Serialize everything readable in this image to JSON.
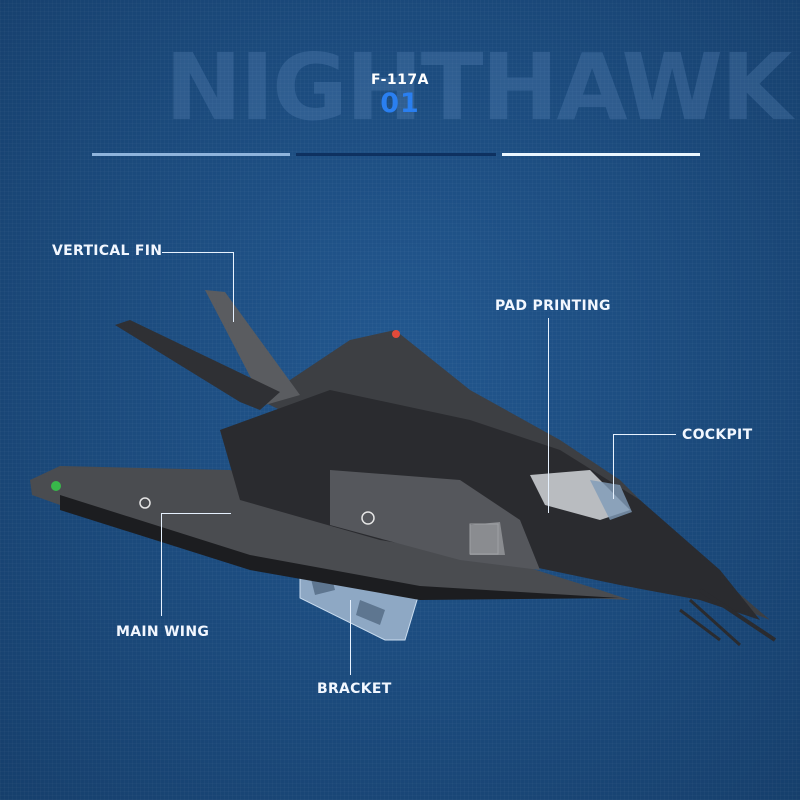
{
  "header": {
    "background_title": "NIGHTHAWK",
    "model": "F-117A",
    "number": "01",
    "divider_colors": [
      "#8fb4dc",
      "#0e3160",
      "#eaf6ff"
    ]
  },
  "colors": {
    "background": "#1b4a7c",
    "accent_blue": "#2a7ff0",
    "label_text": "#f2f7ff"
  },
  "callouts": [
    {
      "label": "VERTICAL FIN"
    },
    {
      "label": "PAD PRINTING"
    },
    {
      "label": "COCKPIT"
    },
    {
      "label": "MAIN WING"
    },
    {
      "label": "BRACKET"
    }
  ]
}
